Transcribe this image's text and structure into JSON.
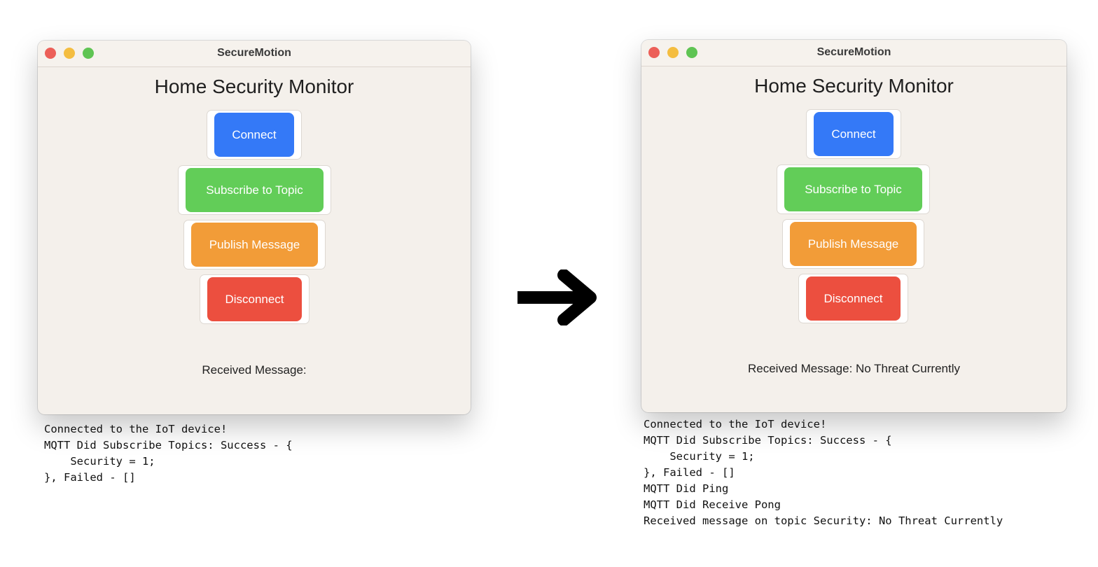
{
  "app": {
    "window_title": "SecureMotion",
    "heading": "Home Security Monitor"
  },
  "buttons": {
    "connect": "Connect",
    "subscribe": "Subscribe to Topic",
    "publish": "Publish Message",
    "disconnect": "Disconnect"
  },
  "colors": {
    "connect": "#3479f7",
    "subscribe": "#62cd58",
    "publish": "#f29c38",
    "disconnect": "#ec4f3f",
    "window_bg": "#f4f0eb"
  },
  "before": {
    "received_message": "Received Message:",
    "console_lines": [
      "Connected to the IoT device!",
      "MQTT Did Subscribe Topics: Success - {",
      "    Security = 1;",
      "}, Failed - []"
    ]
  },
  "after": {
    "received_message": "Received Message: No Threat Currently",
    "console_lines": [
      "Connected to the IoT device!",
      "MQTT Did Subscribe Topics: Success - {",
      "    Security = 1;",
      "}, Failed - []",
      "MQTT Did Ping",
      "MQTT Did Receive Pong",
      "Received message on topic Security: No Threat Currently"
    ]
  },
  "icons": {
    "transition": "right-arrow-icon"
  }
}
